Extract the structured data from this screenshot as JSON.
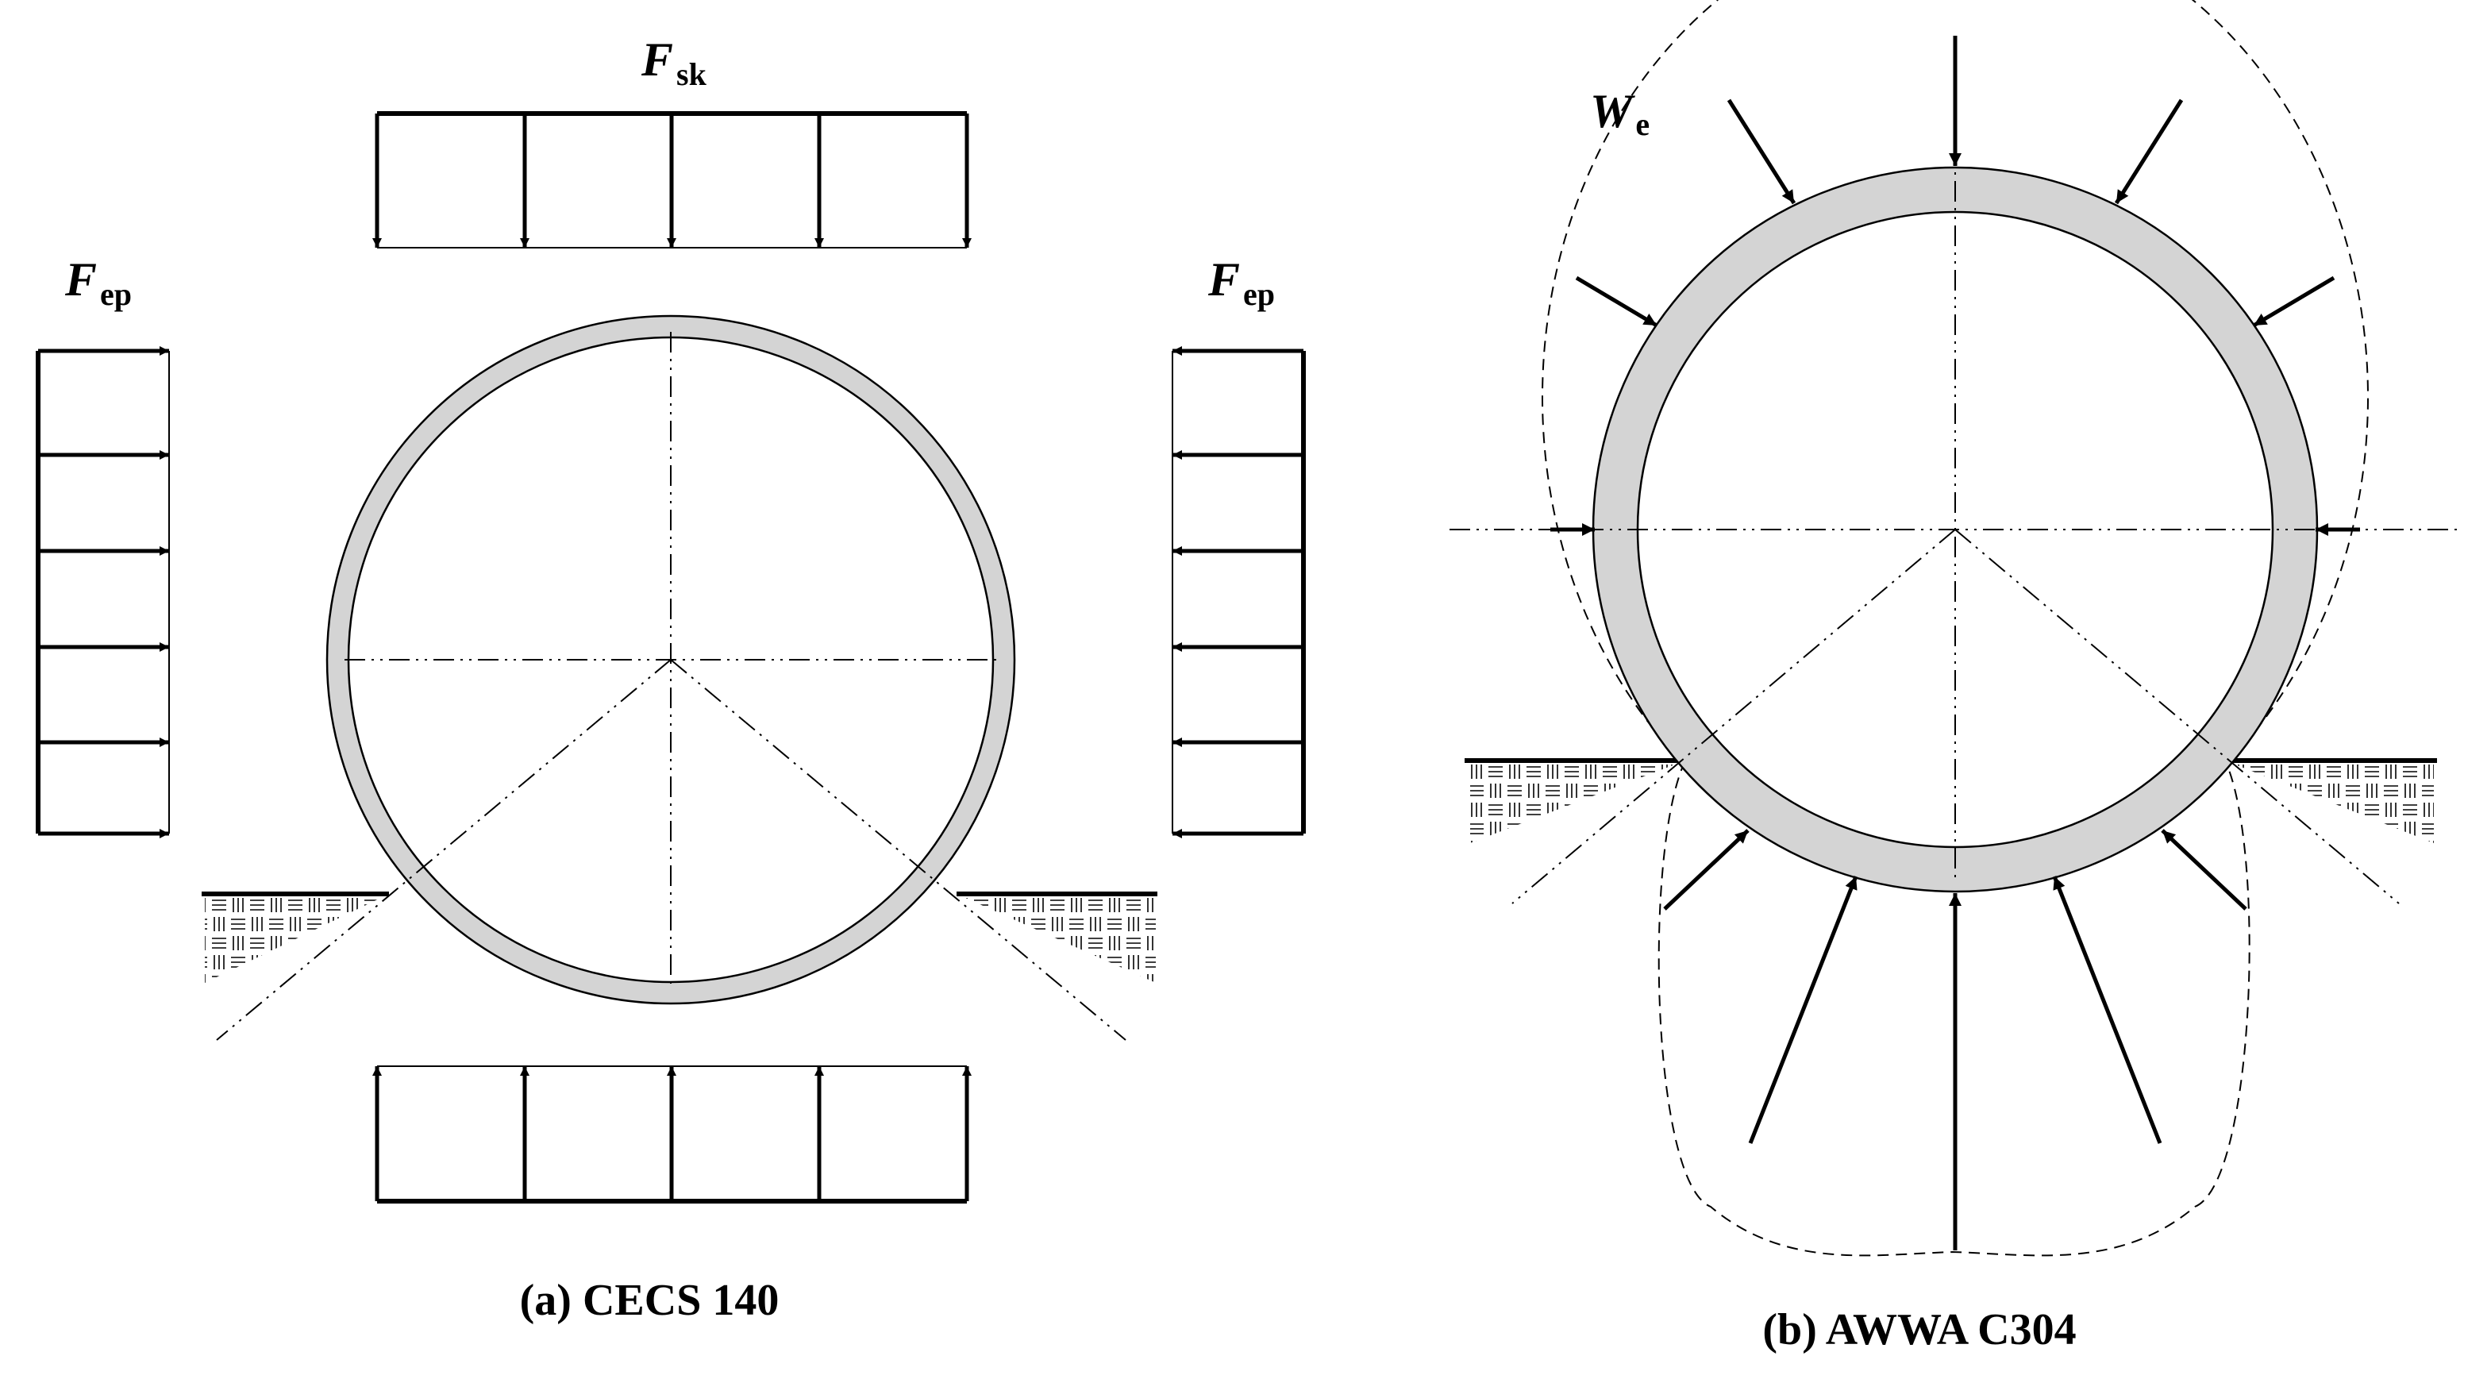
{
  "panel_a": {
    "top_load": {
      "symbol": "F",
      "subscript": "sk"
    },
    "left_load": {
      "symbol": "F",
      "subscript": "ep"
    },
    "right_load": {
      "symbol": "F",
      "subscript": "ep"
    },
    "caption": "(a)  CECS 140"
  },
  "panel_b": {
    "load": {
      "symbol": "W",
      "subscript": "e"
    },
    "caption": "(b)  AWWA C304"
  },
  "colors": {
    "pipe_wall": "#d4d4d4",
    "line": "#000000",
    "background": "#ffffff"
  }
}
